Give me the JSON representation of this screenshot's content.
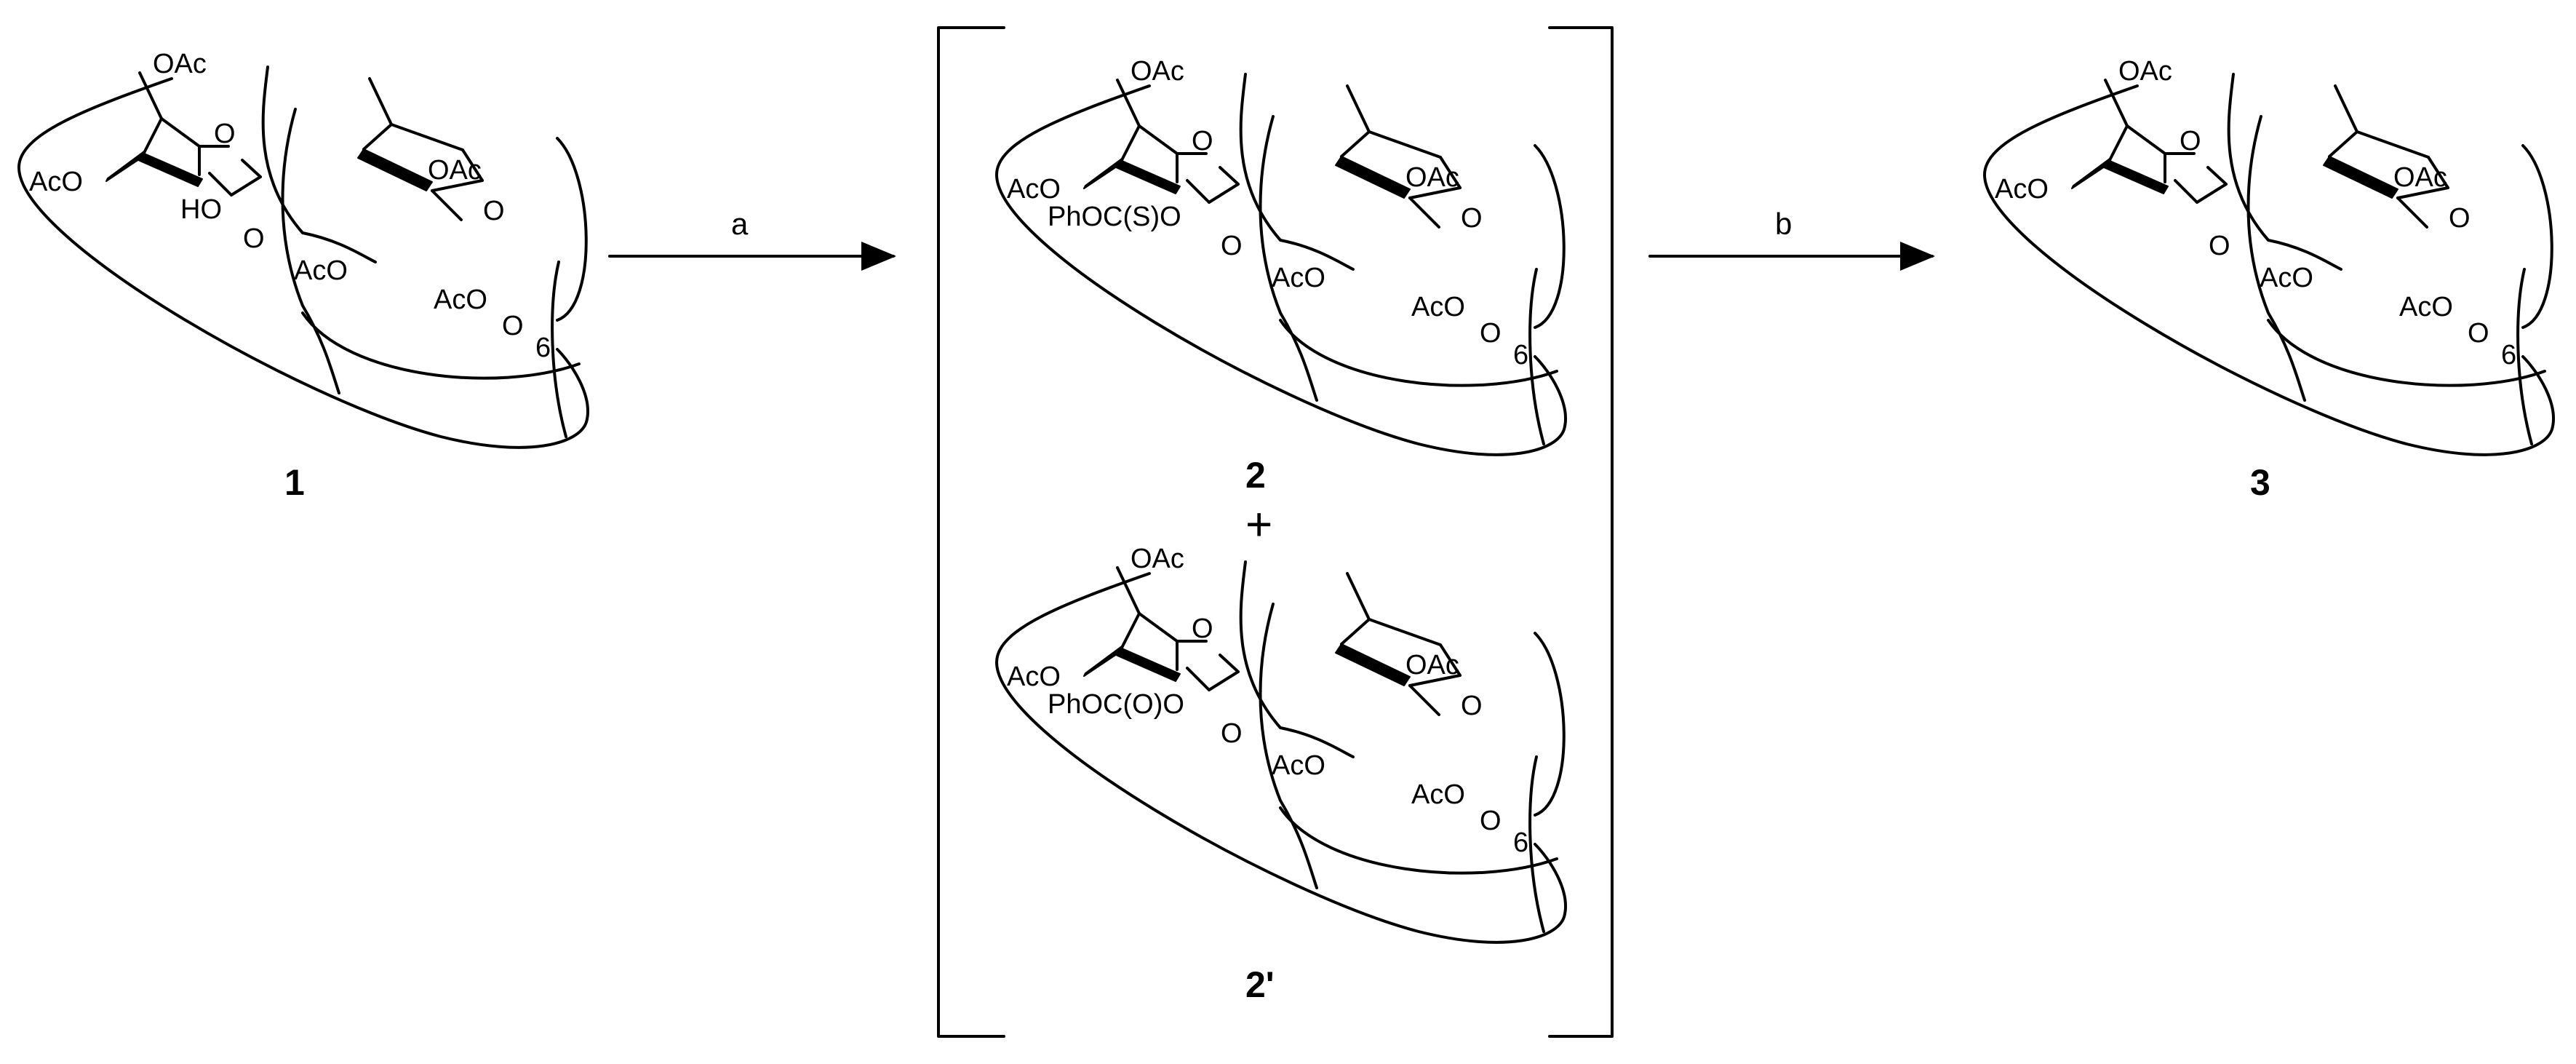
{
  "reagents": {
    "step_a": "a",
    "step_b": "b"
  },
  "plus_sign": "+",
  "molecules": [
    {
      "id": "m1",
      "number": "1",
      "inner": {
        "oac6": "OAc",
        "oac4": "AcO",
        "sub2": "HO",
        "ring_o": "O",
        "o1": "O"
      },
      "outer": {
        "oac6": "OAc",
        "oac3": "AcO",
        "oac2": "AcO",
        "ring_o": "O",
        "o1": "O"
      },
      "repeat": "6",
      "anomer": "alpha"
    },
    {
      "id": "m2",
      "number": "2",
      "inner": {
        "oac6": "OAc",
        "oac4": "AcO",
        "sub2": "PhOC(S)O",
        "ring_o": "O",
        "o1": "O"
      },
      "outer": {
        "oac6": "OAc",
        "oac3": "AcO",
        "oac2": "AcO",
        "ring_o": "O",
        "o1": "O"
      },
      "repeat": "6",
      "anomer": "alpha"
    },
    {
      "id": "m2p",
      "number": "2'",
      "inner": {
        "oac6": "OAc",
        "oac4": "AcO",
        "sub2": "PhOC(O)O",
        "ring_o": "O",
        "o1": "O"
      },
      "outer": {
        "oac6": "OAc",
        "oac3": "AcO",
        "oac2": "AcO",
        "ring_o": "O",
        "o1": "O"
      },
      "repeat": "6",
      "anomer": "alpha"
    },
    {
      "id": "m3",
      "number": "3",
      "inner": {
        "oac6": "OAc",
        "oac4": "AcO",
        "sub2": "",
        "ring_o": "O",
        "o1": "O"
      },
      "outer": {
        "oac6": "OAc",
        "oac3": "AcO",
        "oac2": "AcO",
        "ring_o": "O",
        "o1": "O"
      },
      "repeat": "6",
      "anomer": "alpha"
    }
  ]
}
